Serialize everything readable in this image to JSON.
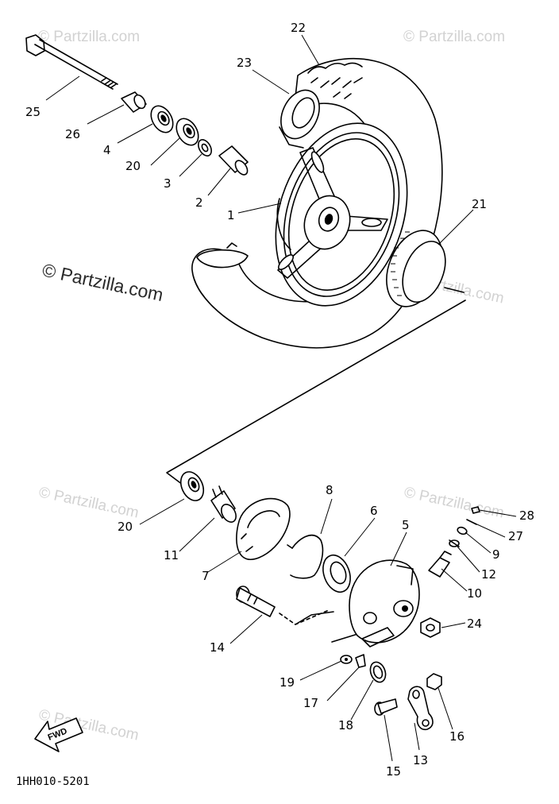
{
  "watermarks": [
    "© Partzilla.com",
    "© Partzilla.com",
    "© Partzilla.com",
    "© Partzilla.com",
    "© Partzilla.com",
    "© Partzilla.com",
    "© Partzilla.com"
  ],
  "diagram_code": "1HH010-5201",
  "fwd_label": "FWD",
  "callouts": [
    "22",
    "23",
    "25",
    "26",
    "4",
    "20",
    "3",
    "2",
    "1",
    "21",
    "8",
    "6",
    "5",
    "28",
    "27",
    "9",
    "12",
    "10",
    "20",
    "11",
    "7",
    "24",
    "14",
    "19",
    "17",
    "18",
    "16",
    "13",
    "15"
  ]
}
